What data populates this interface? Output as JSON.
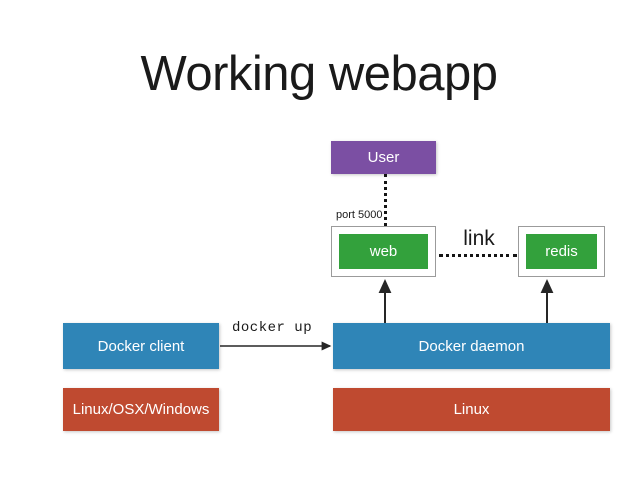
{
  "slide": {
    "title": "Working webapp",
    "background": "#ffffff"
  },
  "colors": {
    "user_purple": "#7b4fa3",
    "container_green": "#33a13c",
    "docker_blue": "#2f85b7",
    "host_red": "#bf4a30",
    "frame_border": "#9b9b9b",
    "connector_black": "#141414",
    "title_text": "#1a1a1a"
  },
  "nodes": {
    "user": {
      "label": "User",
      "color": "#7b4fa3",
      "shape": "rect"
    },
    "web": {
      "label": "web",
      "color": "#33a13c",
      "frame": "container"
    },
    "redis": {
      "label": "redis",
      "color": "#33a13c",
      "frame": "container"
    },
    "docker_client": {
      "label": "Docker client",
      "color": "#2f85b7"
    },
    "docker_daemon": {
      "label": "Docker daemon",
      "color": "#2f85b7"
    },
    "host_client": {
      "label": "Linux/OSX/Windows",
      "color": "#bf4a30"
    },
    "host_daemon": {
      "label": "Linux",
      "color": "#bf4a30"
    }
  },
  "edges": {
    "port": {
      "label": "port 5000",
      "style": "dotted",
      "from": "user",
      "to": "web",
      "orientation": "vertical"
    },
    "link": {
      "label": "link",
      "style": "dotted",
      "from": "web",
      "to": "redis",
      "orientation": "horizontal"
    },
    "command": {
      "label": "docker up",
      "style": "solid-arrow",
      "from": "docker_client",
      "to": "docker_daemon",
      "orientation": "horizontal"
    },
    "daemon_to_web": {
      "label": "",
      "style": "solid-arrow",
      "from": "docker_daemon",
      "to": "web",
      "orientation": "vertical"
    },
    "daemon_to_redis": {
      "label": "",
      "style": "solid-arrow",
      "from": "docker_daemon",
      "to": "redis",
      "orientation": "vertical"
    }
  }
}
